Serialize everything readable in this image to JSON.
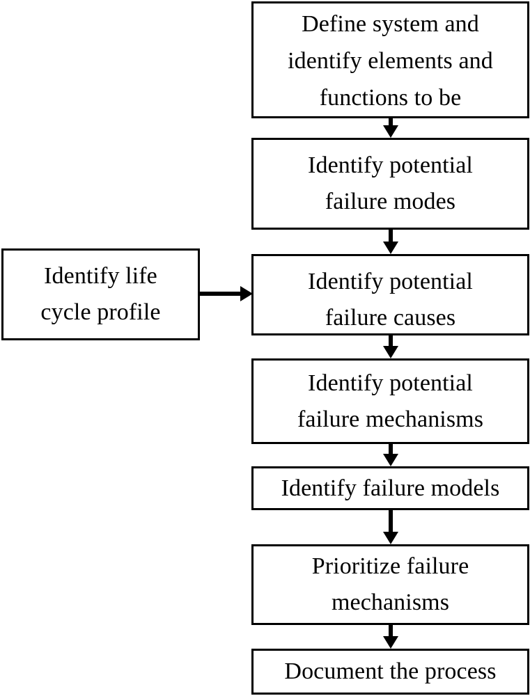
{
  "diagram": {
    "type": "flowchart",
    "title": "",
    "orientation": "vertical",
    "nodes": [
      {
        "id": "define",
        "label": "Define system and\nidentify elements and\nfunctions to be",
        "shape": "rectangle",
        "column": "main",
        "order": 1
      },
      {
        "id": "modes",
        "label": "Identify potential\nfailure modes",
        "shape": "rectangle",
        "column": "main",
        "order": 2
      },
      {
        "id": "causes",
        "label": "Identify potential\nfailure causes",
        "shape": "rectangle",
        "column": "main",
        "order": 3
      },
      {
        "id": "mechanisms",
        "label": "Identify potential\nfailure mechanisms",
        "shape": "rectangle",
        "column": "main",
        "order": 4
      },
      {
        "id": "models",
        "label": "Identify failure models",
        "shape": "rectangle",
        "column": "main",
        "order": 5
      },
      {
        "id": "prioritize",
        "label": "Prioritize failure\nmechanisms",
        "shape": "rectangle",
        "column": "main",
        "order": 6
      },
      {
        "id": "document",
        "label": "Document the process",
        "shape": "rectangle",
        "column": "main",
        "order": 7
      },
      {
        "id": "lifecycle",
        "label": "Identify life\ncycle profile",
        "shape": "rectangle",
        "column": "side-left",
        "order": 1
      }
    ],
    "edges": [
      {
        "id": "edge-define-modes",
        "from": "define",
        "to": "modes",
        "direction": "down",
        "label": ""
      },
      {
        "id": "edge-modes-causes",
        "from": "modes",
        "to": "causes",
        "direction": "down",
        "label": ""
      },
      {
        "id": "edge-causes-mechanisms",
        "from": "causes",
        "to": "mechanisms",
        "direction": "down",
        "label": ""
      },
      {
        "id": "edge-mechanisms-models",
        "from": "mechanisms",
        "to": "models",
        "direction": "down",
        "label": ""
      },
      {
        "id": "edge-models-prioritize",
        "from": "models",
        "to": "prioritize",
        "direction": "down",
        "label": ""
      },
      {
        "id": "edge-prioritize-document",
        "from": "prioritize",
        "to": "document",
        "direction": "down",
        "label": ""
      },
      {
        "id": "edge-lifecycle-causes",
        "from": "lifecycle",
        "to": "causes",
        "direction": "right",
        "label": ""
      }
    ],
    "colors": {
      "background": "#ffffff",
      "node_fill": "#ffffff",
      "node_border": "#000000",
      "text": "#000000",
      "edge": "#000000"
    }
  }
}
